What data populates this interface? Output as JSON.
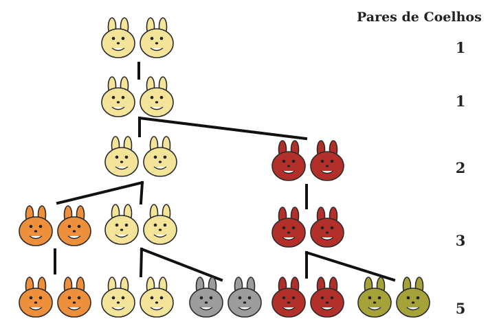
{
  "header": {
    "label": "Pares de Coelhos"
  },
  "generations": [
    {
      "count": "1"
    },
    {
      "count": "1"
    },
    {
      "count": "2"
    },
    {
      "count": "3"
    },
    {
      "count": "5"
    }
  ],
  "colors": {
    "yellow": "#F4E49A",
    "red": "#B3302A",
    "orange": "#EE8F3C",
    "gray": "#9C9C9C",
    "olive": "#A6A23A",
    "line": "#111111",
    "outline": "#2a2a2a"
  },
  "rabbit_pairs": [
    {
      "id": "g1-yellow",
      "color": "yellow"
    },
    {
      "id": "g2-yellow",
      "color": "yellow"
    },
    {
      "id": "g3-yellow",
      "color": "yellow"
    },
    {
      "id": "g3-red",
      "color": "red"
    },
    {
      "id": "g4-orange",
      "color": "orange"
    },
    {
      "id": "g4-yellow",
      "color": "yellow"
    },
    {
      "id": "g4-red",
      "color": "red"
    },
    {
      "id": "g5-orange",
      "color": "orange"
    },
    {
      "id": "g5-yellow",
      "color": "yellow"
    },
    {
      "id": "g5-gray",
      "color": "gray"
    },
    {
      "id": "g5-red",
      "color": "red"
    },
    {
      "id": "g5-olive",
      "color": "olive"
    }
  ]
}
